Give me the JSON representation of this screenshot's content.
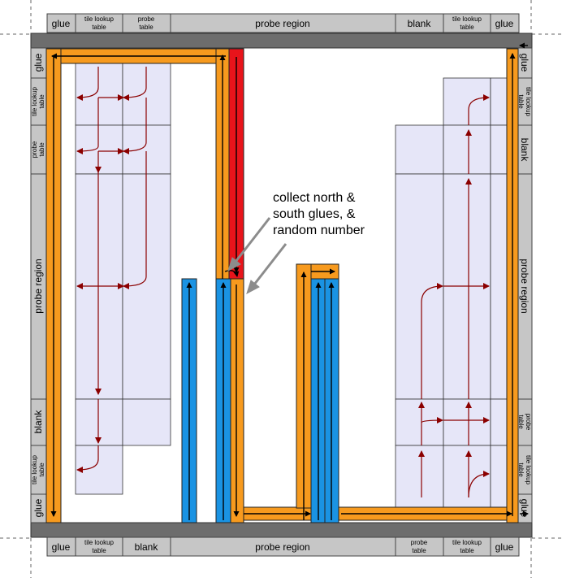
{
  "regions": {
    "glue": "glue",
    "tile_lookup_1": "tile lookup",
    "tile_lookup_2": "table",
    "probe_1": "probe",
    "probe_2": "table",
    "probe_region": "probe region",
    "blank": "blank"
  },
  "callout": {
    "line1": "collect north &",
    "line2": "south glues, &",
    "line3": "random number"
  },
  "colors": {
    "orange": "#f79a1e",
    "red": "#e8141b",
    "blue": "#1a93e3",
    "lavender": "#e6e6f8",
    "arrow": "#8b0000",
    "band_gray": "#c6c6c6",
    "border_gray": "#6d6d6d"
  }
}
